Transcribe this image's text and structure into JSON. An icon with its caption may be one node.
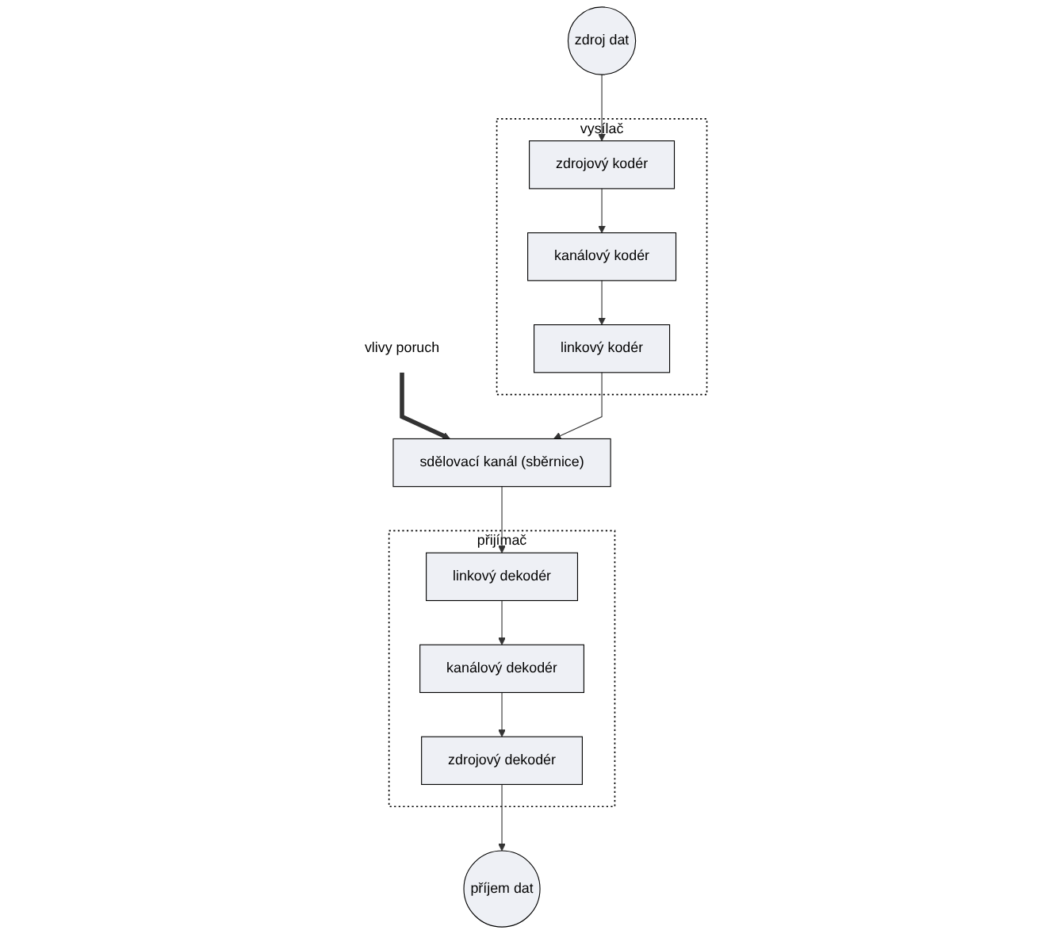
{
  "diagram": {
    "nodes": [
      {
        "text": [
          "vlivy poruch"
        ]
      },
      {
        "text": [
          "sdělovací kanál (sběrnice)"
        ]
      },
      {
        "text": [
          "vysílač"
        ]
      },
      {
        "text": [
          "linkový kodér"
        ],
        "in": 2
      },
      {
        "text": [
          "kanálový kodér"
        ],
        "in": 2
      },
      {
        "text": [
          "zdrojový kodér"
        ],
        "in": 2
      },
      {
        "text": [
          "přijímač"
        ]
      },
      {
        "text": [
          "linkový dekodér"
        ],
        "in": 6
      },
      {
        "text": [
          "kanálový dekodér"
        ],
        "in": 6
      },
      {
        "text": [
          "zdrojový dekodér"
        ],
        "in": 6
      },
      {
        "text": [
          "zdroj dat"
        ]
      },
      {
        "text": [
          "příjem dat"
        ]
      }
    ],
    "edges": [
      {
        "from": 0,
        "to": 1,
        "arrow": "to",
        "style": "thick"
      },
      {
        "from": 10,
        "to": 5,
        "arrow": "to"
      },
      {
        "from": 5,
        "to": 4,
        "arrow": "to"
      },
      {
        "from": 4,
        "to": 3,
        "arrow": "to"
      },
      {
        "from": 3,
        "to": 1,
        "arrow": "to"
      },
      {
        "from": 1,
        "to": 7,
        "arrow": "to"
      },
      {
        "from": 7,
        "to": 8,
        "arrow": "to"
      },
      {
        "from": 8,
        "to": 9,
        "arrow": "to"
      },
      {
        "from": 9,
        "to": 11,
        "arrow": "to"
      }
    ]
  }
}
